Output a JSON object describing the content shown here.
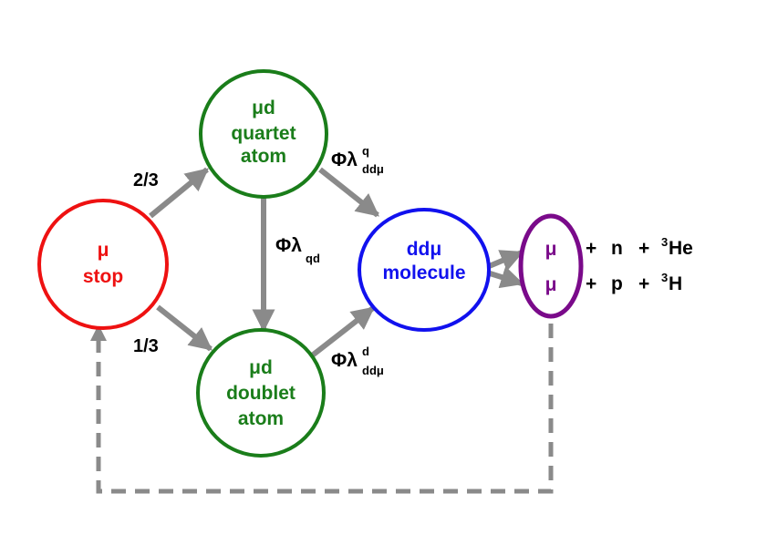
{
  "colors": {
    "stop": "#ee1111",
    "atom": "#1a7d1a",
    "molecule": "#1111ee",
    "product": "#7a0a8a",
    "arrow": "#8a8a8a",
    "text": "#000000"
  },
  "nodes": {
    "stop": {
      "line1": "μ",
      "line2": "stop"
    },
    "quartet": {
      "line1": "μd",
      "line2": "quartet",
      "line3": "atom"
    },
    "doublet": {
      "line1": "μd",
      "line2": "doublet",
      "line3": "atom"
    },
    "molecule": {
      "line1": "ddμ",
      "line2": "molecule"
    },
    "product": {
      "line1": "μ",
      "line2": "μ"
    }
  },
  "edges": {
    "to_quartet": "2/3",
    "to_doublet": "1/3",
    "quartet_doublet": {
      "symbol": "Φλ",
      "sub": "qd"
    },
    "quartet_molecule": {
      "symbol": "Φλ",
      "sup": "q",
      "sub": "ddμ"
    },
    "doublet_molecule": {
      "symbol": "Φλ",
      "sup": "d",
      "sub": "ddμ"
    }
  },
  "channels": {
    "first": {
      "plus1": "+",
      "particle": "n",
      "plus2": "+",
      "sup": "3",
      "nucleus": "He"
    },
    "second": {
      "plus1": "+",
      "particle": "p",
      "plus2": "+",
      "sup": "3",
      "nucleus": "H"
    }
  }
}
